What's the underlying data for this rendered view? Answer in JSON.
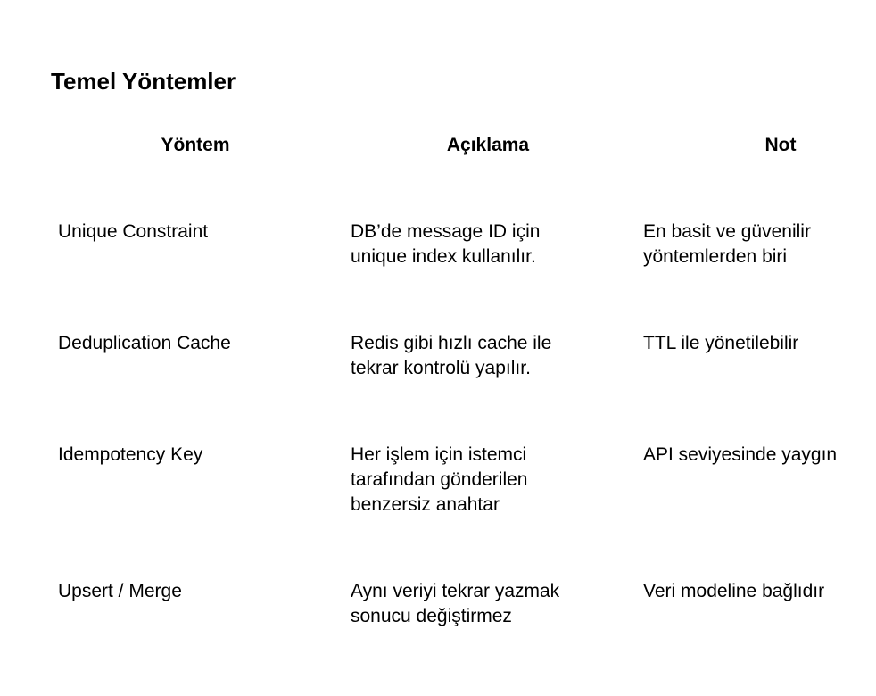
{
  "page": {
    "title": "Temel Yöntemler"
  },
  "table": {
    "headers": [
      "Yöntem",
      "Açıklama",
      "Not"
    ],
    "rows": [
      [
        "Unique Constraint",
        "DB’de message ID için\nunique index kullanılır.",
        "En basit ve güvenilir\nyöntemlerden biri"
      ],
      [
        "Deduplication Cache",
        "Redis gibi hızlı cache ile\ntekrar kontrolü yapılır.",
        "TTL ile yönetilebilir"
      ],
      [
        "Idempotency Key",
        "Her işlem için istemci\ntarafından gönderilen\nbenzersiz anahtar",
        "API seviyesinde yaygın"
      ],
      [
        "Upsert / Merge",
        "Aynı veriyi tekrar yazmak\nsonucu değiştirmez",
        "Veri modeline bağlıdır"
      ]
    ]
  },
  "colors": {
    "text": "#000000",
    "background": "#ffffff"
  }
}
